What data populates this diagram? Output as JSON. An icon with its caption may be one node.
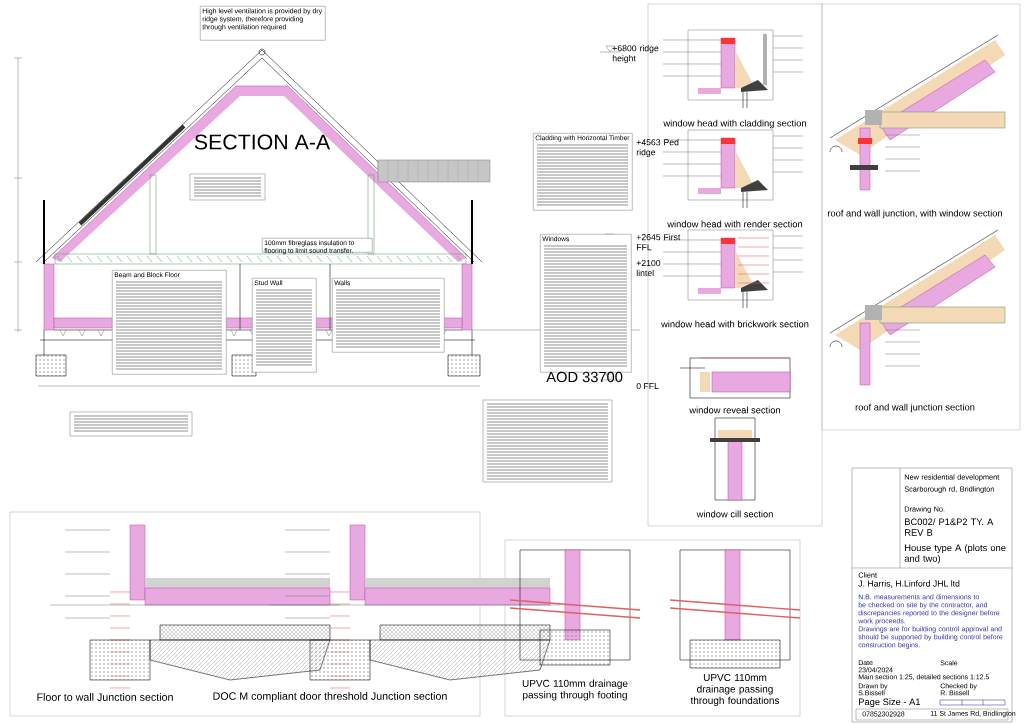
{
  "diagram": {
    "nodes": [
      {
        "text": [
          "High level ventilation is provided by dry ridge system, therefore providing through ventilation required"
        ]
      },
      {
        "text": [
          "100mm fibreglass insulation to flooring to limit sound transfer."
        ]
      },
      {
        "text": [
          "Beam and Block Floor"
        ]
      },
      {
        "text": [
          "Stud Wall"
        ]
      },
      {
        "text": [
          "Walls"
        ]
      },
      {
        "text": [
          "Cladding with Horizontal Timber"
        ]
      },
      {
        "text": [
          "Windows"
        ]
      }
    ],
    "labels": [
      "SECTION A-A",
      "+6800 ridge height",
      "+4563 Ped ridge",
      "+2645 First FFL",
      "+2100 lintel",
      "AOD 33700",
      "0 FFL",
      "window head with cladding section",
      "window head with render section",
      "window head with brickwork section",
      "window reveal section",
      "window cill section",
      "roof and wall junction, with window section",
      "roof and wall junction section",
      "Floor to wall Junction section",
      "DOC M compliant door threshold Junction section",
      "UPVC 110mm drainage passing through footing",
      "UPVC 110mm drainage passing through foundations",
      "New residential development",
      "Scarborough rd, Bridlington",
      "Drawing No.",
      "BC002/ P1&P2 TY. A REV B",
      "House type A (plots one and two)",
      "Client",
      "J. Harris, H.Linford JHL ltd",
      "N.B. measurements and dimensions to be checked on site by the contractor, and discrepancies reported to the designer before work proceeds.",
      "Drawings are for building control approval and should be supported by building control before construction begins.",
      "Date",
      "23/04/2024",
      "Scale",
      "Main section 1:25, detailed sections 1:12.5",
      "Drawn by",
      "S.Bissell",
      "Checked by",
      "R. Bissell",
      "Page Size - A1",
      "07852302928",
      "11 St James Rd, Bridlington"
    ]
  }
}
